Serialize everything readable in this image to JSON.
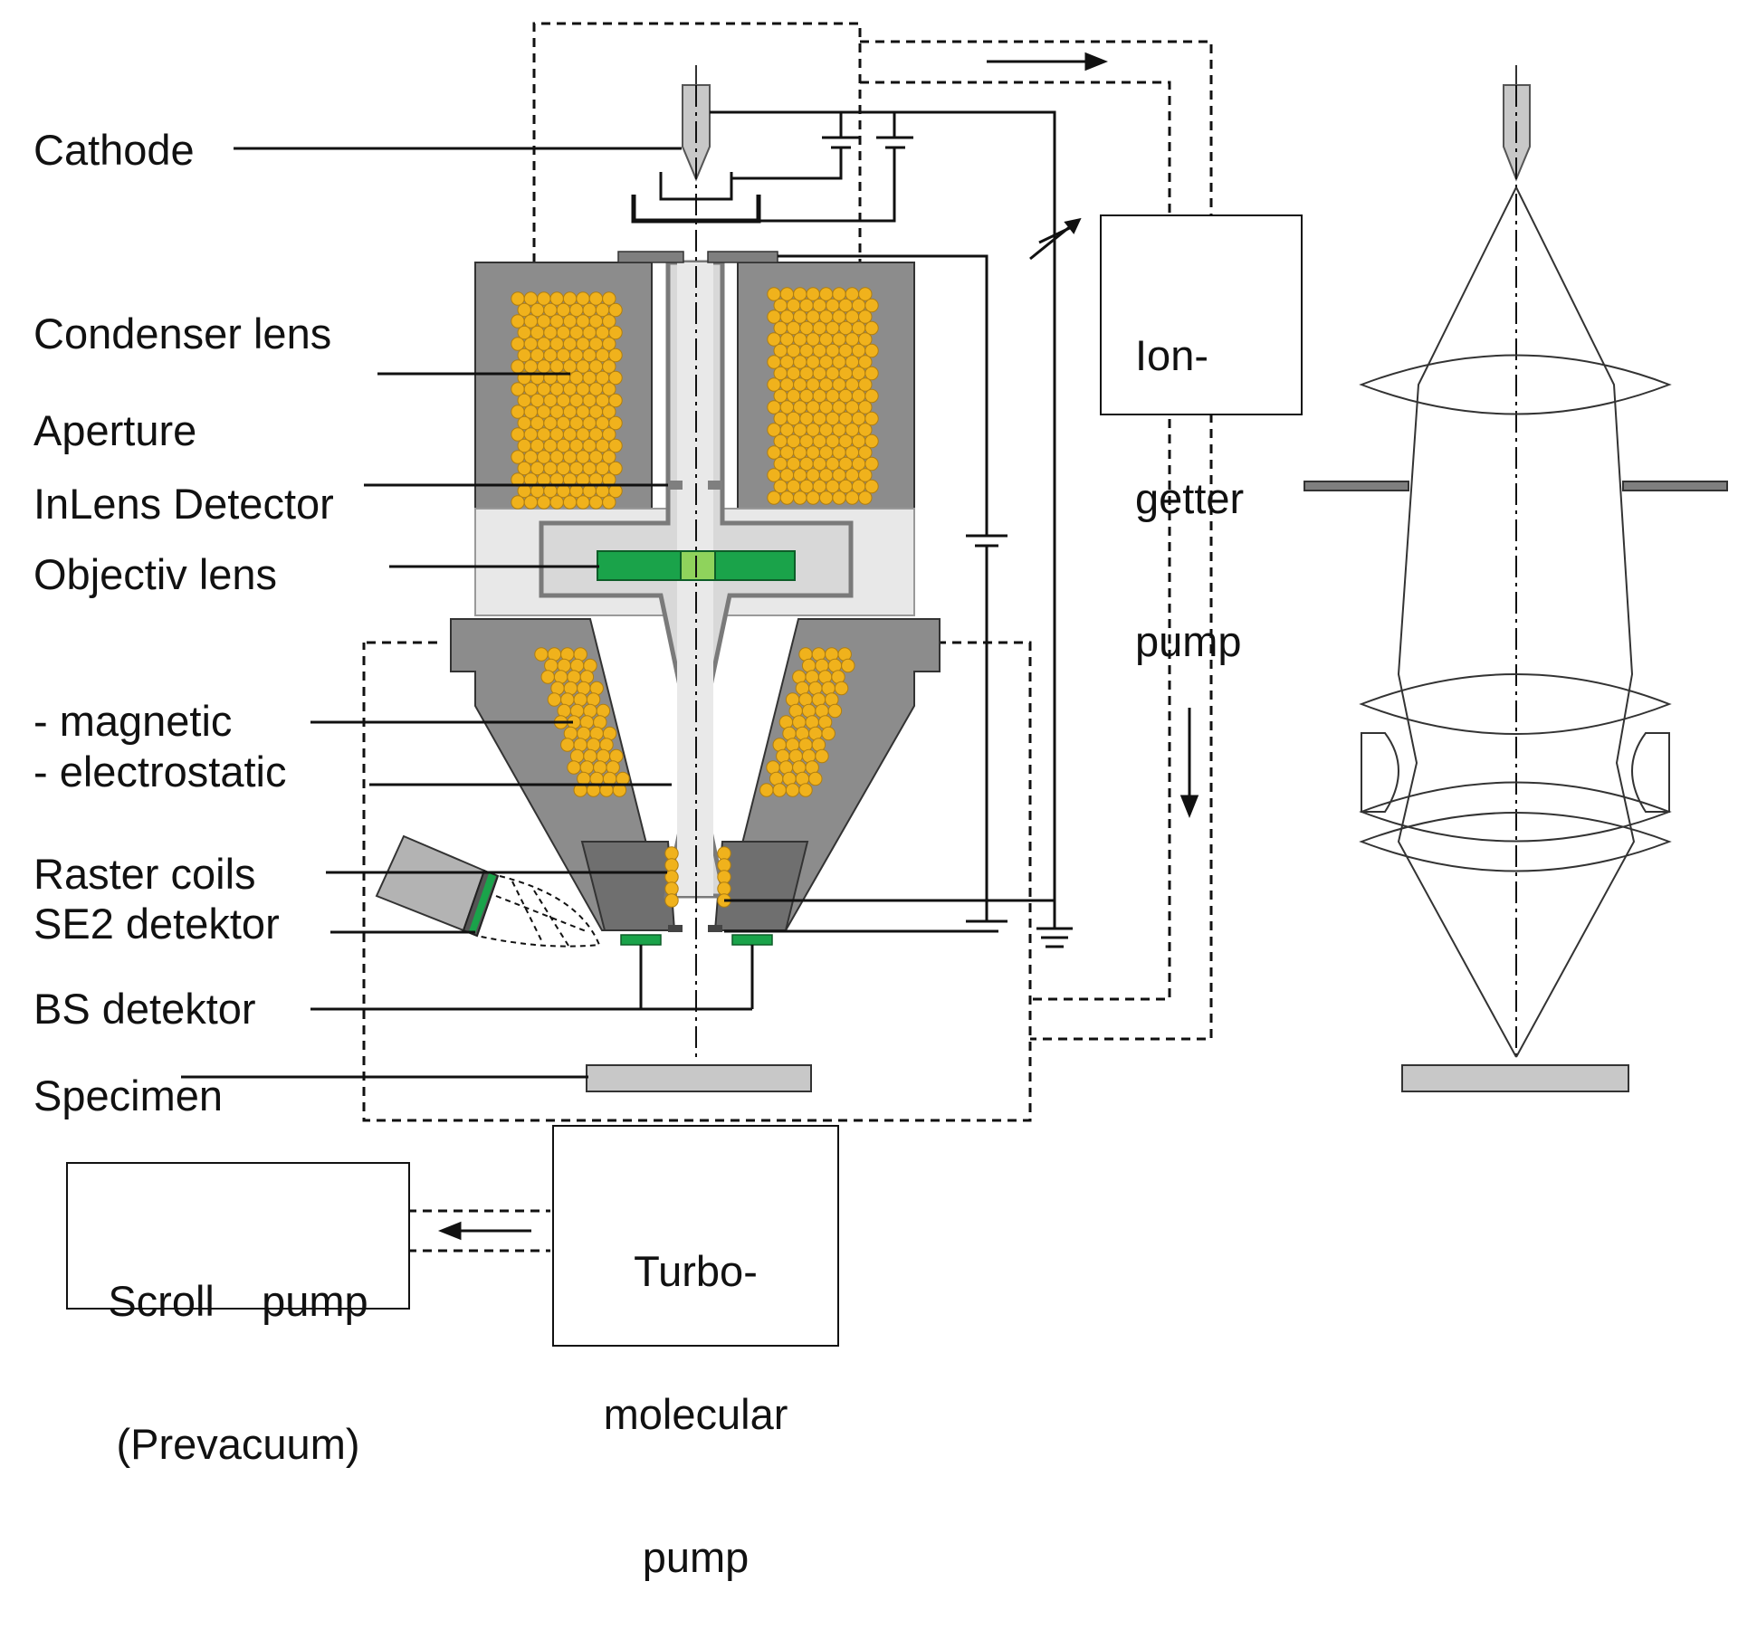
{
  "labels": {
    "cathode": "Cathode",
    "condenser": "Condenser lens",
    "aperture": "Aperture",
    "inlens": "InLens Detector",
    "objectiv": "Objectiv lens",
    "magnetic": "- magnetic",
    "electrostatic": "- electrostatic",
    "raster": "Raster coils",
    "se2": "SE2 detektor",
    "bs": "BS detektor",
    "specimen": "Specimen"
  },
  "pumps": {
    "ion_l1": "Ion-",
    "ion_l2": "getter",
    "ion_l3": "pump",
    "turbo_l1": "Turbo-",
    "turbo_l2": "molecular",
    "turbo_l3": "pump",
    "scroll_l1": "Scroll    pump",
    "scroll_l2": "(Prevacuum)"
  },
  "colors": {
    "coil": "#f0b21c",
    "coil_stroke": "#b07e10",
    "pole_dark": "#8c8c8c",
    "pole_light": "#e8e8e8",
    "column": "#d4d4d4",
    "green": "#1aa34a",
    "green_light": "#8fd35c",
    "gray_specimen": "#c8c8c8"
  }
}
